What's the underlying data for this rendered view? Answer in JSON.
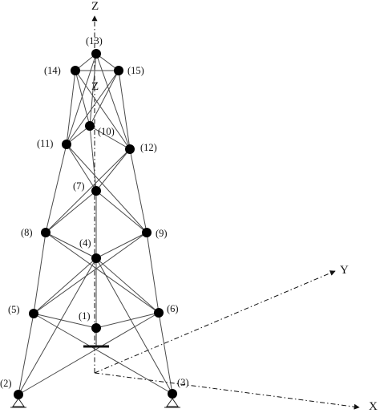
{
  "figure": {
    "axes": {
      "z_label": "Z",
      "z_inner_label": "Z",
      "y_label": "Y",
      "x_label": "X"
    },
    "nodes": [
      {
        "id": 1,
        "label": "(1)"
      },
      {
        "id": 2,
        "label": "(2)"
      },
      {
        "id": 3,
        "label": "(3)"
      },
      {
        "id": 4,
        "label": "(4)"
      },
      {
        "id": 5,
        "label": "(5)"
      },
      {
        "id": 6,
        "label": "(6)"
      },
      {
        "id": 7,
        "label": "(7)"
      },
      {
        "id": 8,
        "label": "(8)"
      },
      {
        "id": 9,
        "label": "(9)"
      },
      {
        "id": 10,
        "label": "(10)"
      },
      {
        "id": 11,
        "label": "(11)"
      },
      {
        "id": 12,
        "label": "(12)"
      },
      {
        "id": 13,
        "label": "(13)"
      },
      {
        "id": 14,
        "label": "(14)"
      },
      {
        "id": 15,
        "label": "(15)"
      }
    ],
    "members": [
      [
        1,
        5
      ],
      [
        1,
        6
      ],
      [
        1,
        4
      ],
      [
        2,
        5
      ],
      [
        2,
        4
      ],
      [
        2,
        6
      ],
      [
        3,
        6
      ],
      [
        3,
        4
      ],
      [
        3,
        5
      ],
      [
        4,
        7
      ],
      [
        4,
        8
      ],
      [
        4,
        9
      ],
      [
        4,
        5
      ],
      [
        4,
        6
      ],
      [
        5,
        8
      ],
      [
        5,
        9
      ],
      [
        6,
        9
      ],
      [
        6,
        8
      ],
      [
        7,
        10
      ],
      [
        7,
        11
      ],
      [
        7,
        12
      ],
      [
        7,
        8
      ],
      [
        7,
        9
      ],
      [
        8,
        11
      ],
      [
        8,
        12
      ],
      [
        9,
        12
      ],
      [
        9,
        11
      ],
      [
        10,
        11
      ],
      [
        10,
        12
      ],
      [
        10,
        13
      ],
      [
        10,
        14
      ],
      [
        10,
        15
      ],
      [
        11,
        14
      ],
      [
        11,
        15
      ],
      [
        11,
        13
      ],
      [
        12,
        15
      ],
      [
        12,
        14
      ],
      [
        12,
        13
      ],
      [
        13,
        14
      ],
      [
        13,
        15
      ],
      [
        14,
        15
      ]
    ],
    "supports": [
      {
        "node": 1,
        "type": "fixed-bar"
      },
      {
        "node": 2,
        "type": "pin"
      },
      {
        "node": 3,
        "type": "pin"
      }
    ]
  }
}
